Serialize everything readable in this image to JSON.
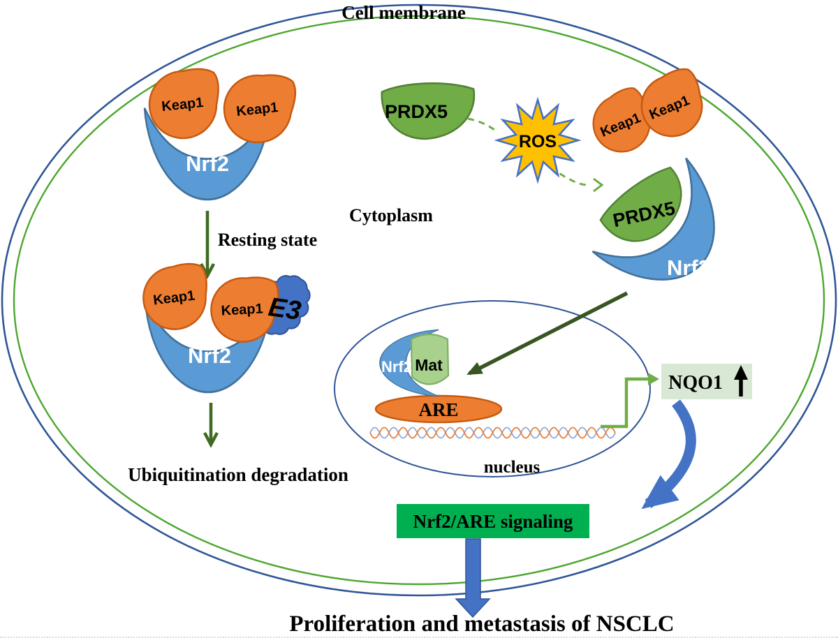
{
  "labels": {
    "cell_membrane": "Cell membrane",
    "cytoplasm": "Cytoplasm",
    "nucleus": "nucleus",
    "resting_state": "Resting state",
    "ubiquitination_degradation": "Ubiquitination degradation",
    "signaling_box": "Nrf2/ARE signaling",
    "outcome": "Proliferation and metastasis of NSCLC"
  },
  "molecules": {
    "keap1": "Keap1",
    "nrf2": "Nrf2",
    "prdx5": "PRDX5",
    "ros": "ROS",
    "e3": "E3",
    "mat": "Mat",
    "are": "ARE",
    "nqo1": "NQO1"
  },
  "icons": {
    "nqo1_up_arrow": "up-arrow (increased expression)",
    "transcription_arrow": "bent transcription-start arrow",
    "ros_dashed_arrow": "dashed induction arrow"
  },
  "colors": {
    "membrane_blue": "#2F5597",
    "membrane_green": "#4CA62F",
    "keap1_fill": "#ED7D31",
    "keap1_stroke": "#C55A11",
    "nrf2_fill": "#5B9BD5",
    "nrf2_stroke": "#41719C",
    "prdx5_fill": "#70AD47",
    "prdx5_stroke": "#538135",
    "ros_fill": "#FFC000",
    "ros_stroke": "#4472C4",
    "ros_text": "#17375E",
    "e3_cloud_fill": "#4472C4",
    "e3_cloud_stroke": "#2F5496",
    "mat_fill": "#A9D18E",
    "are_fill": "#ED7D31",
    "dna_strand_blue": "#8FAADC",
    "dna_strand_orange": "#ED7D31",
    "nqo1_box_bg": "#D9E8D4",
    "signaling_box_bg": "#00B050",
    "dark_green_arrow": "#375623",
    "green_arrow": "#70AD47",
    "blue_arrow": "#4472C4"
  }
}
